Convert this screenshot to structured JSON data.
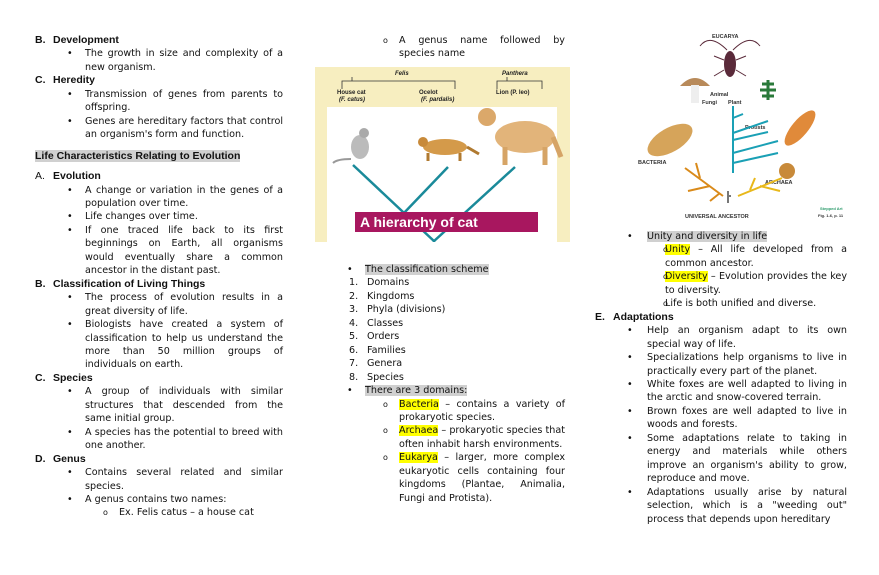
{
  "left": {
    "development": {
      "letter": "B.",
      "title": "Development",
      "bullets": [
        "The growth in size and complexity of a new organism."
      ]
    },
    "heredity": {
      "letter": "C.",
      "title": "Heredity",
      "bullets": [
        "Transmission of genes from parents to offspring.",
        "Genes are hereditary factors that control an organism's form and function."
      ]
    },
    "section_heading": "Life Characteristics Relating to Evolution",
    "evolution": {
      "letter": "A.",
      "title": "Evolution",
      "bullets": [
        "A change or variation in the genes of a population over time.",
        "Life changes over time.",
        "If one traced life back to its first beginnings on Earth, all organisms would eventually share a common ancestor in the distant past."
      ]
    },
    "classification": {
      "letter": "B.",
      "title": "Classification of Living Things",
      "bullets": [
        "The process of evolution results in a great diversity of life.",
        "Biologists have created a system of classification to help us understand the more than 50 million groups of individuals on earth."
      ]
    },
    "species": {
      "letter": "C.",
      "title": "Species",
      "bullets": [
        "A group of individuals with similar structures that descended from the same initial group.",
        "A species has the potential to breed with one another."
      ]
    },
    "genus": {
      "letter": "D.",
      "title": "Genus",
      "bullets": [
        "Contains several related and similar species.",
        "A genus contains two names:"
      ],
      "sub": [
        "Ex. Felis catus – a house cat"
      ]
    }
  },
  "middle": {
    "genus_sub": "A genus name followed by species name",
    "figure": {
      "felis": "Felis",
      "panthera": "Panthera",
      "house_cat": "House cat",
      "house_cat_sci": "(F. catus)",
      "ocelot": "Ocelot",
      "ocelot_sci": "(F. pardalis)",
      "lion": "Lion (P. leo)",
      "caption": "A hierarchy of cat",
      "caption_color": "#a8175f"
    },
    "scheme_title": "The classification scheme",
    "scheme": [
      "Domains",
      "Kingdoms",
      "Phyla (divisions)",
      "Classes",
      "Orders",
      "Families",
      "Genera",
      "Species"
    ],
    "domains_title": "There are 3 domains:",
    "domains": [
      {
        "term": "Bacteria",
        "text": " – contains a variety of prokaryotic species."
      },
      {
        "term": "Archaea",
        "text": " – prokaryotic species that often inhabit harsh environments."
      },
      {
        "term": "Eukarya",
        "text": " – larger, more complex eukaryotic cells containing four kingdoms (Plantae, Animalia, Fungi and Protista)."
      }
    ]
  },
  "right": {
    "figure": {
      "eucarya": "EUCARYA",
      "animal": "Animal",
      "fungi": "Fungi",
      "plant": "Plant",
      "protists": "Protists",
      "bacteria": "BACTERIA",
      "archaea": "ARCHAEA",
      "ancestor": "UNIVERSAL ANCESTOR",
      "credit1": "Stepped Art",
      "credit2": "Fig. 1-6, p. 11"
    },
    "unity_title": "Unity and diversity in life",
    "unity": [
      {
        "term": "Unity",
        "text": " – All life developed from a common ancestor."
      },
      {
        "term": "Diversity",
        "text": " – Evolution provides the key to diversity."
      },
      {
        "term": "",
        "text": "Life is both unified and diverse."
      }
    ],
    "adaptations": {
      "letter": "E.",
      "title": "Adaptations",
      "bullets": [
        "Help an organism adapt to its own special way of life.",
        "Specializations help organisms to live in practically every part of the planet.",
        "White foxes are well adapted to living in the arctic and snow-covered terrain.",
        "Brown foxes are well adapted to live in woods and forests.",
        "Some adaptations relate to taking in energy and materials while others improve an organism's ability to grow, reproduce and move.",
        "Adaptations usually arise by natural selection, which is a \"weeding out\" process that depends upon hereditary"
      ]
    }
  },
  "colors": {
    "highlight": "#ffff00",
    "shade": "#d0d0d0",
    "tree_teal": "#1a8a9a",
    "tree_orange": "#d98a1a"
  }
}
